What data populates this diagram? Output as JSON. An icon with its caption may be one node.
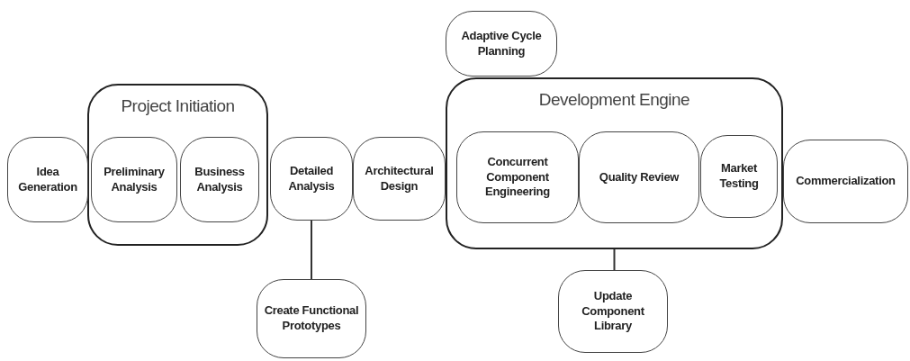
{
  "diagram": {
    "nodes": [
      {
        "text": [
          "Idea Generation"
        ]
      },
      {
        "text": [
          "Project Initiation"
        ]
      },
      {
        "text": [
          "Preliminary Analysis"
        ],
        "in": 1
      },
      {
        "text": [
          "Business Analysis"
        ],
        "in": 1
      },
      {
        "text": [
          "Detailed Analysis"
        ]
      },
      {
        "text": [
          "Architectural Design"
        ]
      },
      {
        "text": [
          "Adaptive Cycle Planning"
        ]
      },
      {
        "text": [
          "Development Engine"
        ]
      },
      {
        "text": [
          "Concurrent Component Engineering"
        ],
        "in": 7
      },
      {
        "text": [
          "Quality Review"
        ],
        "in": 7
      },
      {
        "text": [
          "Market Testing"
        ],
        "in": 7
      },
      {
        "text": [
          "Commercialization"
        ]
      },
      {
        "text": [
          "Create Functional Prototypes"
        ]
      },
      {
        "text": [
          "Update Component Library"
        ]
      }
    ],
    "edges": [
      {
        "from": 4,
        "to": 12,
        "arrow": "none"
      },
      {
        "from": 7,
        "to": 13,
        "arrow": "none"
      }
    ]
  }
}
